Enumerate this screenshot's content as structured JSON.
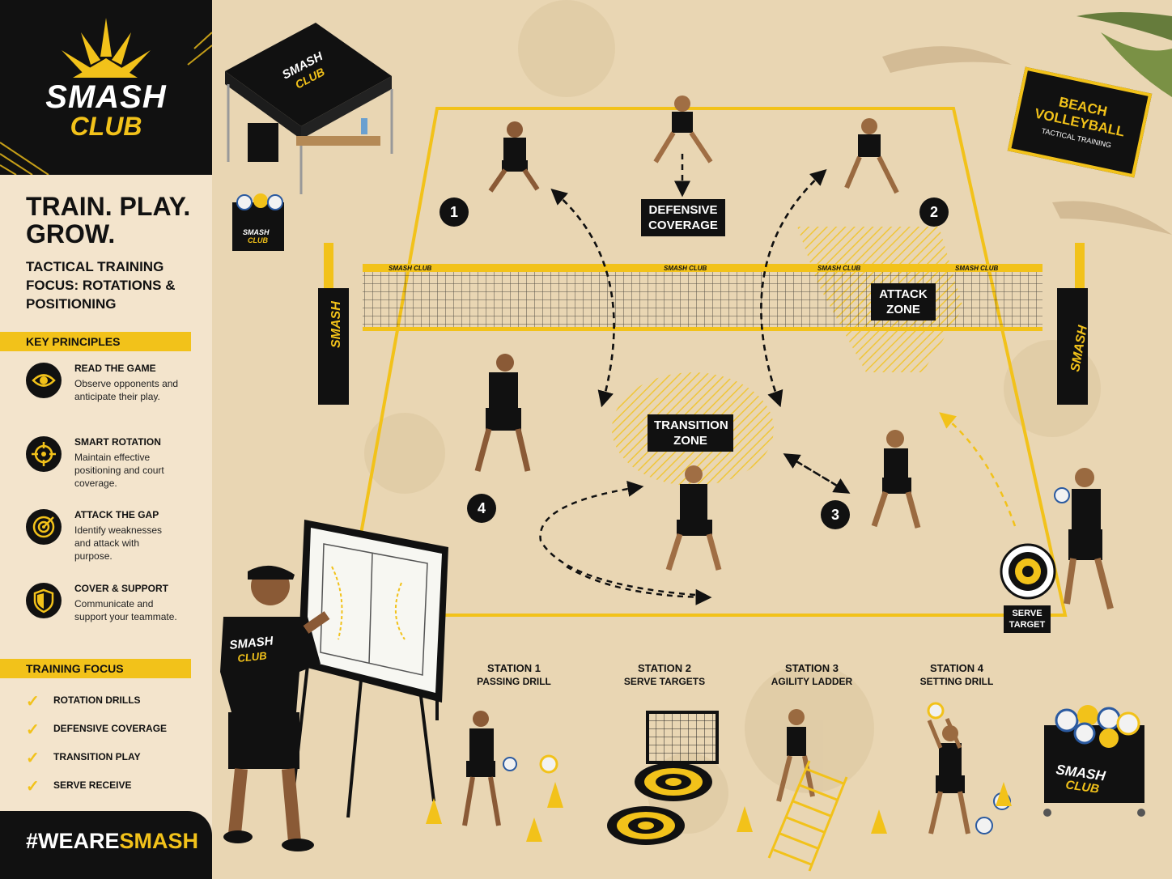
{
  "brand": {
    "name_line1": "SMASH",
    "name_line2": "CLUB",
    "hashtag_prefix": "#WEARE",
    "hashtag_suffix": "SMASH",
    "colors": {
      "accent": "#f2c21a",
      "dark": "#111111",
      "panel": "#f3e4cc",
      "sand": "#e9d6b3"
    }
  },
  "headline": "TRAIN. PLAY. GROW.",
  "subhead": "TACTICAL TRAINING FOCUS: ROTATIONS & POSITIONING",
  "principles": {
    "title": "KEY PRINCIPLES",
    "items": [
      {
        "icon": "eye-icon",
        "title": "READ THE GAME",
        "desc": "Observe opponents and anticipate their play."
      },
      {
        "icon": "crosshair-icon",
        "title": "SMART ROTATION",
        "desc": "Maintain effective positioning and court coverage."
      },
      {
        "icon": "target-icon",
        "title": "ATTACK THE GAP",
        "desc": "Identify weaknesses and attack with purpose."
      },
      {
        "icon": "shield-icon",
        "title": "COVER & SUPPORT",
        "desc": "Communicate and support your teammate."
      }
    ]
  },
  "training_focus": {
    "title": "TRAINING FOCUS",
    "items": [
      "ROTATION DRILLS",
      "DEFENSIVE COVERAGE",
      "TRANSITION PLAY",
      "SERVE RECEIVE"
    ]
  },
  "court": {
    "labels": {
      "defensive": [
        "DEFENSIVE",
        "COVERAGE"
      ],
      "attack": [
        "ATTACK",
        "ZONE"
      ],
      "transition": [
        "TRANSITION",
        "ZONE"
      ],
      "serve": [
        "SERVE",
        "TARGET"
      ]
    },
    "positions": [
      "1",
      "2",
      "3",
      "4"
    ],
    "net_text": "SMASH CLUB",
    "pole_text": "SMASH",
    "tent_text": [
      "SMASH",
      "CLUB"
    ]
  },
  "sign": {
    "line1": "BEACH",
    "line2": "VOLLEYBALL",
    "line3": "TACTICAL TRAINING"
  },
  "stations": [
    {
      "title": "STATION 1",
      "sub": "PASSING DRILL"
    },
    {
      "title": "STATION 2",
      "sub": "SERVE TARGETS"
    },
    {
      "title": "STATION 3",
      "sub": "AGILITY LADDER"
    },
    {
      "title": "STATION 4",
      "sub": "SETTING DRILL"
    }
  ],
  "coach_shirt": [
    "SMASH",
    "CLUB"
  ],
  "ball_cart_text": [
    "SMASH",
    "CLUB"
  ]
}
